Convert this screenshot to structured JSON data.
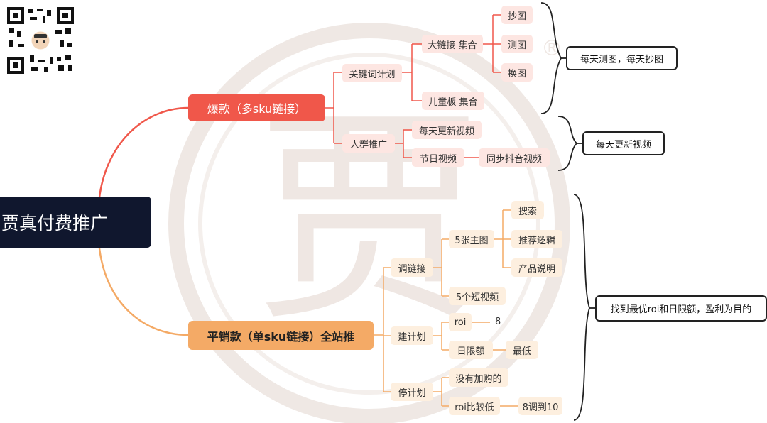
{
  "root": {
    "label": "贾真付费推广"
  },
  "branch_hot": {
    "label": "爆款（多sku链接）",
    "keyword_plan": {
      "label": "关键词计划",
      "big_link": {
        "label": "大链接 集合",
        "children": [
          "抄图",
          "测图",
          "换图"
        ]
      },
      "kids_board": {
        "label": "儿童板 集合"
      }
    },
    "crowd_promo": {
      "label": "人群推广",
      "daily_video": {
        "label": "每天更新视频"
      },
      "holiday_video": {
        "label": "节日视频",
        "child": "同步抖音视频"
      }
    }
  },
  "branch_regular": {
    "label": "平销款（单sku链接）全站推",
    "adjust_link": {
      "label": "调链接",
      "main_images": {
        "label": "5张主图",
        "children": [
          "搜索",
          "推荐逻辑",
          "产品说明"
        ]
      },
      "short_videos": {
        "label": "5个短视频"
      }
    },
    "build_plan": {
      "label": "建计划",
      "roi": {
        "label": "roi",
        "value": "8"
      },
      "daily_limit": {
        "label": "日限额",
        "value": "最低"
      }
    },
    "stop_plan": {
      "label": "停计划",
      "no_cart": {
        "label": "没有加购的"
      },
      "low_roi": {
        "label": "roi比较低",
        "value": "8调到10"
      }
    }
  },
  "notes": {
    "images_note": "每天测图，每天抄图",
    "video_note": "每天更新视频",
    "goal_note": "找到最优roi和日限额，盈利为目的"
  },
  "colors": {
    "root_bg": "#10172e",
    "hot_branch": "#f0574a",
    "hot_node_bg": "#fde6e2",
    "regular_branch": "#f4aa66",
    "regular_node_bg": "#fdefdf"
  }
}
